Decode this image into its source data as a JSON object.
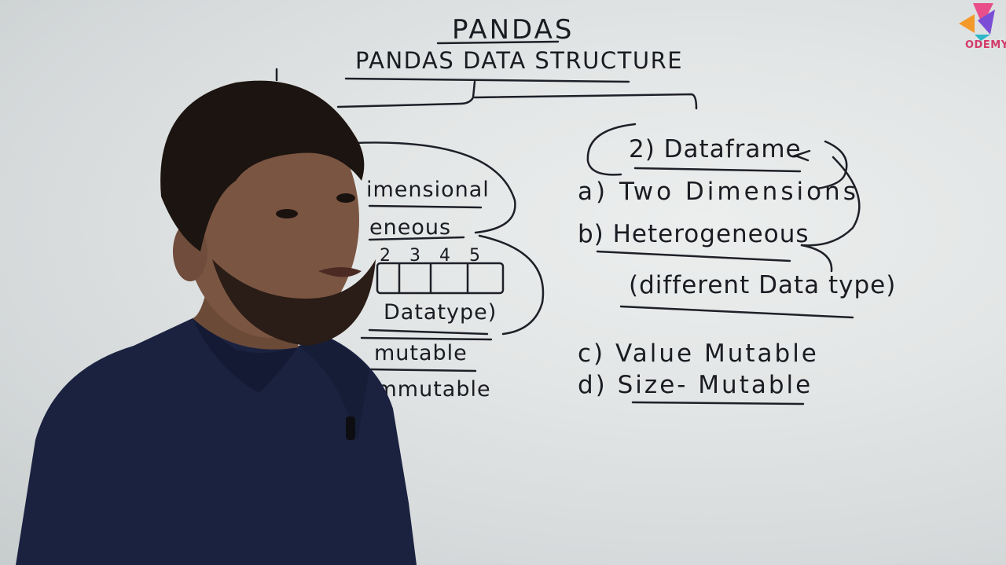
{
  "board": {
    "title": "PANDAS",
    "subtitle": "PANDAS DATA STRUCTURE",
    "left_branch": {
      "line1": "imensional",
      "line2": "eneous",
      "index_cells": [
        "2",
        "3",
        "4",
        "5"
      ],
      "line3": "Datatype)",
      "line4": "mutable",
      "line5": "immutable"
    },
    "right_branch": {
      "heading": "2) Dataframe",
      "item_a": "a) Two Dimensions",
      "item_b": "b) Heterogeneous",
      "item_b_note": "(different Data type)",
      "item_c": "c) Value Mutable",
      "item_d": "d) Size- Mutable"
    }
  },
  "logo": {
    "text": "ODEMY",
    "colors": [
      "#e84f8a",
      "#f39a2b",
      "#7a4fd6",
      "#2fb7c9"
    ]
  },
  "presenter": {
    "shirt_color": "#1c2340"
  }
}
